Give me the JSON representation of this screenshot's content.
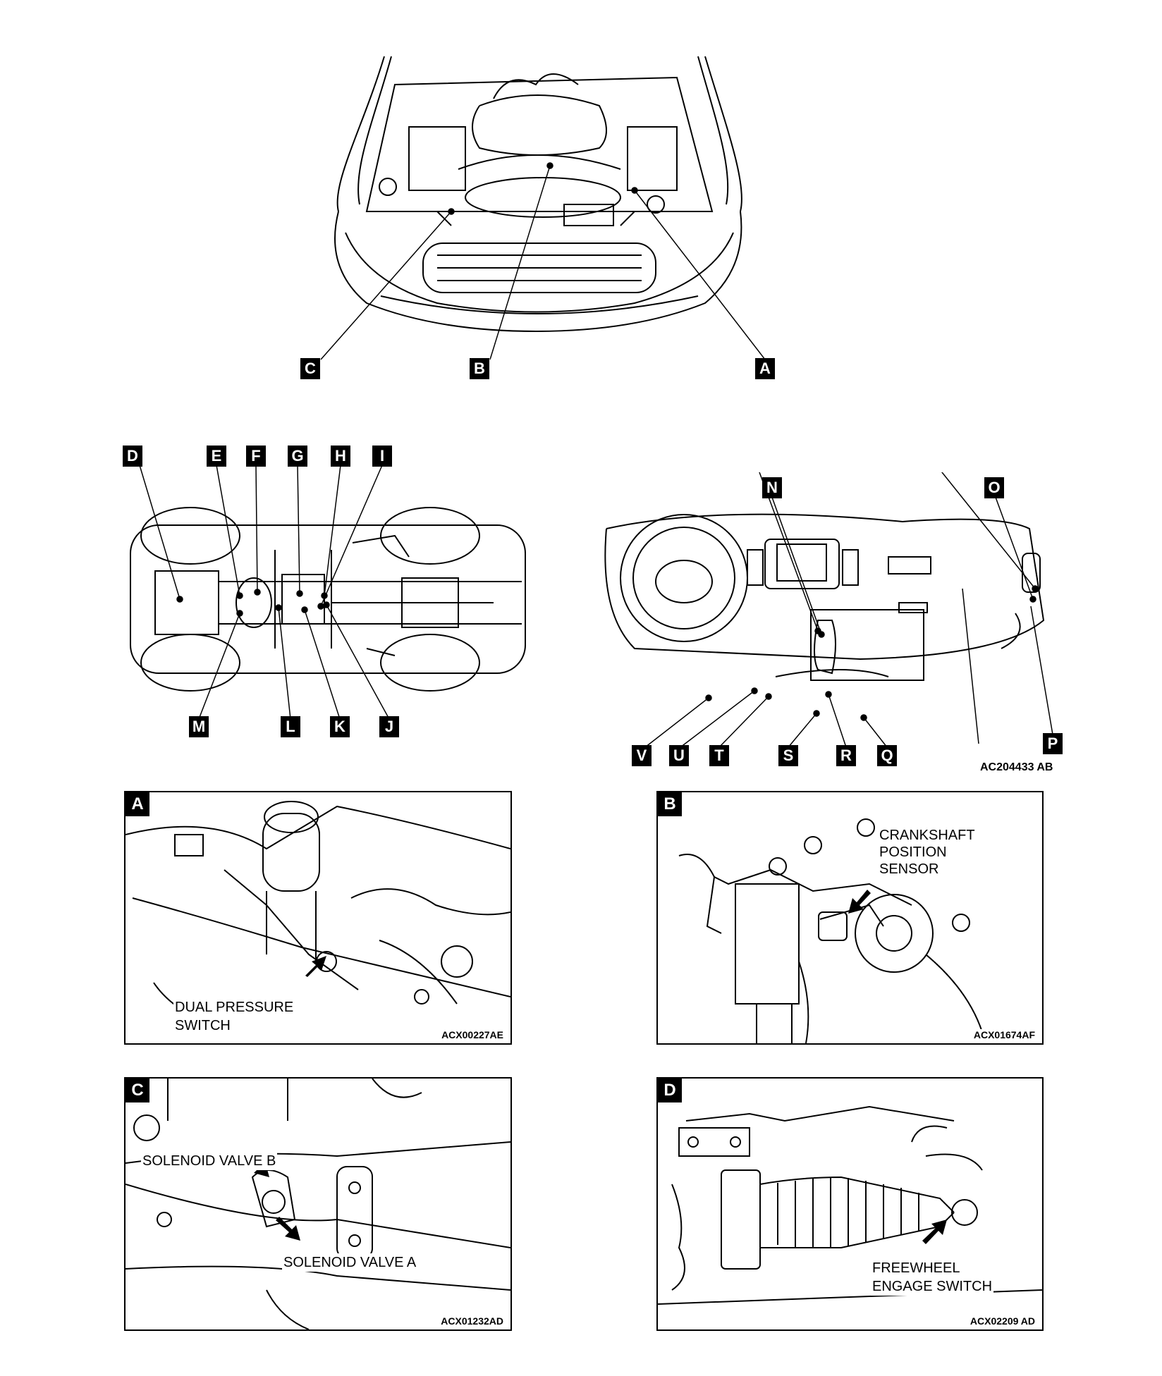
{
  "engine_callouts": [
    "C",
    "B",
    "A"
  ],
  "underbody_top_callouts": [
    "D",
    "E",
    "F",
    "G",
    "H",
    "I"
  ],
  "underbody_bottom_callouts": [
    "M",
    "L",
    "K",
    "J"
  ],
  "dash_top_callouts": [
    "N",
    "O"
  ],
  "dash_bottom_callouts": [
    "P",
    "V",
    "U",
    "T",
    "S",
    "R",
    "Q"
  ],
  "figure_code": "AC204433 AB",
  "panels": {
    "a": {
      "letter": "A",
      "caption_line1": "DUAL PRESSURE",
      "caption_line2": "SWITCH",
      "code": "ACX00227AE"
    },
    "b": {
      "letter": "B",
      "caption_line1": "CRANKSHAFT",
      "caption_line2": "POSITION",
      "caption_line3": "SENSOR",
      "code": "ACX01674AF"
    },
    "c": {
      "letter": "C",
      "label_top": "SOLENOID VALVE B",
      "label_bottom": "SOLENOID VALVE A",
      "code": "ACX01232AD"
    },
    "d": {
      "letter": "D",
      "caption_line1": "FREEWHEEL",
      "caption_line2": "ENGAGE SWITCH",
      "code": "ACX02209 AD"
    }
  }
}
